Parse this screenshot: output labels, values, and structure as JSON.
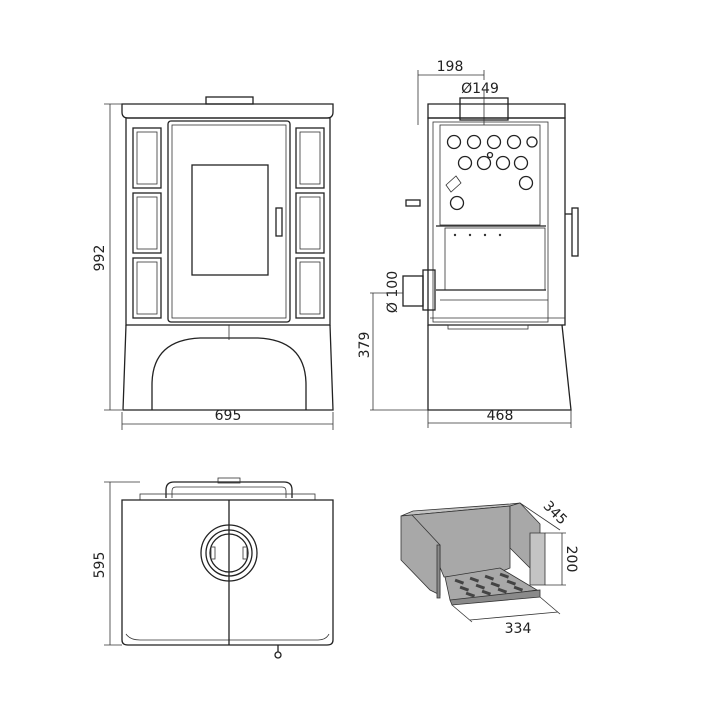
{
  "dimensions": {
    "front_height": "992",
    "front_width": "695",
    "side_flue_offset": "198",
    "flue_diameter": "Ø149",
    "side_outlet_diameter": "Ø 100",
    "side_outlet_height": "379",
    "side_depth": "468",
    "top_depth": "595",
    "grate_depth": "345",
    "grate_height": "200",
    "grate_width": "334"
  }
}
